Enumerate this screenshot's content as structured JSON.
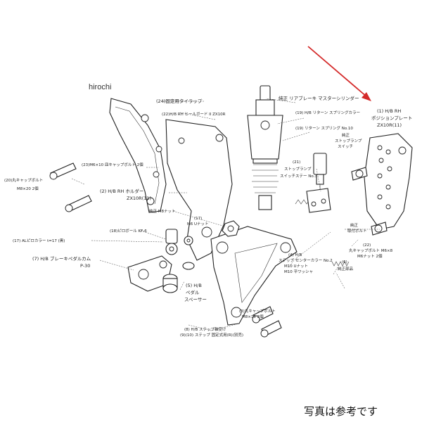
{
  "watermark": "hirochi",
  "footer_note": "写真は参考です",
  "arrow_color": "#d42a2a",
  "labels": {
    "l1a": "(1)  H/B  RH",
    "l1b": "ポジションプレート",
    "l1c": "ZX10R(11)",
    "l2a": "(2) H/B  RH ホルダー",
    "l2b": "ZX10R(11)",
    "l3a": "(3)丸キャップボルト",
    "l3b": "M8×15 2個",
    "l4a": "(4) H/B",
    "l4b": "ステップ センターカラー No.2",
    "l4c": "M10 Uナット",
    "l4d": "M10 平ワッシャ",
    "l5a": "(5) H/B",
    "l5b": "ペダル",
    "l5c": "スペーサー",
    "l6a": "(6)",
    "l6b": "純正部品",
    "l7a": "(7) H/B ブレーキペダルカム",
    "l7b": "P-30",
    "l8a": "(8) H/B ステップ軸受け",
    "l8b": "(9)(10) ステップ 固定式用(R)(別売)",
    "l17a": "(17)",
    "l17b": "M6 Uナット",
    "l17c": "(17) ALピロカラー t=17 (黒)",
    "l18": "(18)ピロボール KF-6",
    "l19a": "(19) H/B リターン スプリングカラー",
    "l19b": "(19) リターン スプリング No.10",
    "l20a": "(20)丸キャップボルト",
    "l20b": "M8×20 2個",
    "l21a": "(21)",
    "l21b": "ストップランプ",
    "l21c": "スイッチステー No.3",
    "l22a": "(22)",
    "l22b": "丸キャップボルト M6×8",
    "l22c": "M6ナット 2個",
    "l23": "(23)M6×10 皿キャップボルト 2個",
    "l24": "(24)固定用タイラップ",
    "lheel": "(22)H/B RH ヒールガード II ZX10R",
    "lmaster": "純正 リアブレーキ マスターシリンダー",
    "lsw1": "純正",
    "lsw2": "ストップランプ",
    "lsw3": "スイッチ",
    "lm8": "純正 M8ナット",
    "lfix1": "純正",
    "lfix2": "取付ボルト"
  }
}
